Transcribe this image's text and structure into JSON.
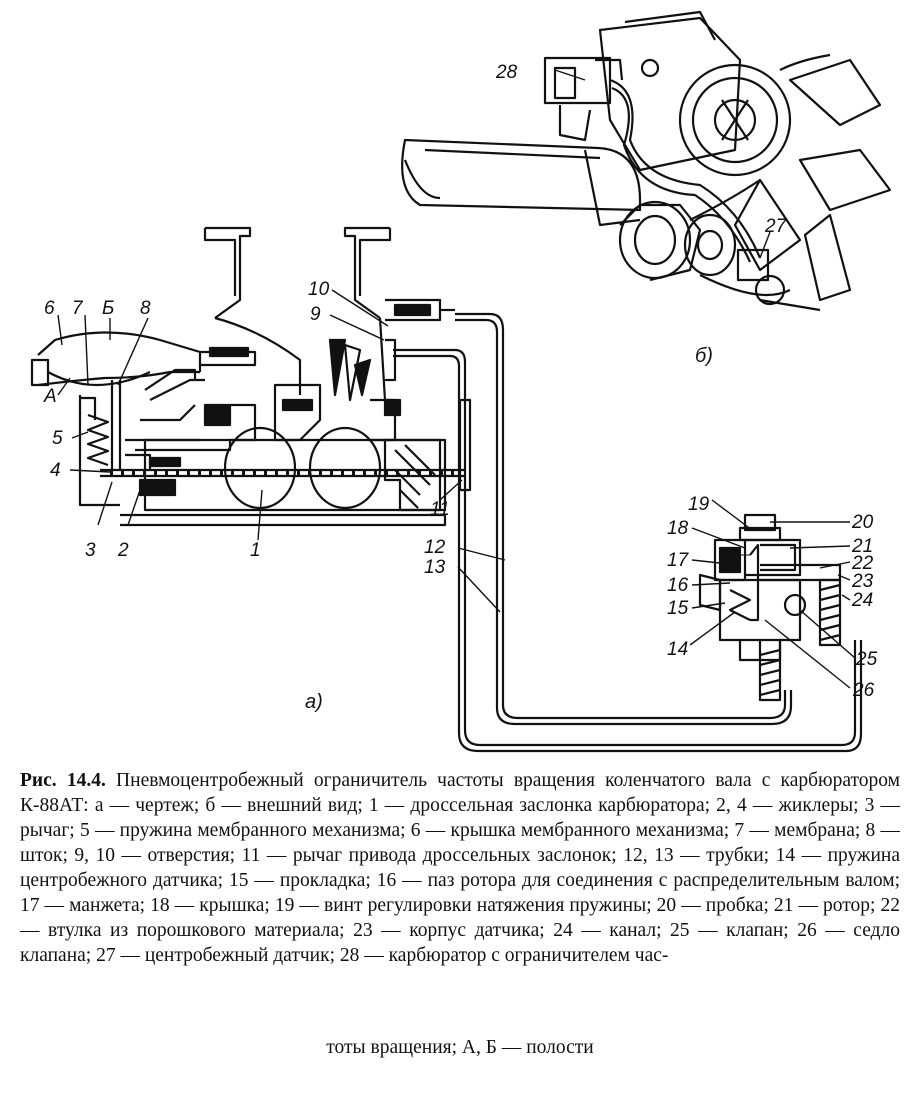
{
  "figure": {
    "panel_a_label": "а)",
    "panel_b_label": "б)",
    "callouts": {
      "c1": "1",
      "c2": "2",
      "c3": "3",
      "c4": "4",
      "c5": "5",
      "c6": "6",
      "c7": "7",
      "c8": "8",
      "c9": "9",
      "c10": "10",
      "c11": "11",
      "c12": "12",
      "c13": "13",
      "c14": "14",
      "c15": "15",
      "c16": "16",
      "c17": "17",
      "c18": "18",
      "c19": "19",
      "c20": "20",
      "c21": "21",
      "c22": "22",
      "c23": "23",
      "c24": "24",
      "c25": "25",
      "c26": "26",
      "c27": "27",
      "c28": "28",
      "cA": "А",
      "cB": "Б"
    }
  },
  "caption": {
    "prefix": "Рис. 14.4.",
    "body": "Пневмоцентробежный ограничитель частоты вращения коленчатого вала с карбюратором К-88АТ: а — чертеж; б — внешний вид; 1 — дроссельная заслонка карбюратора; 2, 4 — жиклеры; 3 — рычаг; 5 — пружина мембранного механизма; 6 — крышка мембранного механизма; 7 — мембрана; 8 — шток; 9, 10 — отверстия; 11 — рычаг привода дроссельных заслонок; 12, 13 — трубки; 14 — пружина центробежного датчика; 15 — прокладка; 16 — паз ротора для соединения с распределительным валом; 17 — манжета; 18 — крышка; 19 — винт регулировки натяжения пружины; 20 — пробка; 21 — ротор; 22 — втулка из порошкового материала; 23 — корпус датчика; 24 — канал; 25 — клапан; 26 — седло клапана; 27 — центробежный датчик; 28 — карбюратор с ограничителем час-",
    "last_line": "тоты вращения; А, Б — полости"
  }
}
